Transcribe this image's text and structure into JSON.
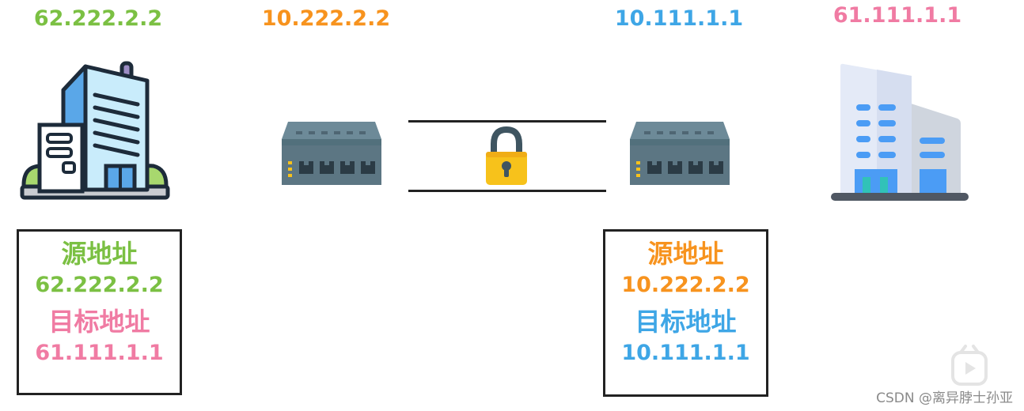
{
  "colors": {
    "green": "#7bc043",
    "orange": "#f7931e",
    "blue": "#3ea6e6",
    "pink": "#f07ba3"
  },
  "labels": {
    "left_ip": "62.222.2.2",
    "router_left_ip": "10.222.2.2",
    "router_right_ip": "10.111.1.1",
    "right_ip": "61.111.1.1"
  },
  "packet_left": {
    "src_label": "源地址",
    "src_ip": "62.222.2.2",
    "dst_label": "目标地址",
    "dst_ip": "61.111.1.1"
  },
  "packet_right": {
    "src_label": "源地址",
    "src_ip": "10.222.2.2",
    "dst_label": "目标地址",
    "dst_ip": "10.111.1.1"
  },
  "icons": {
    "left_site": "office-building-icon",
    "left_router": "network-switch-icon",
    "tunnel": "padlock-icon",
    "right_router": "network-switch-icon",
    "right_site": "office-building-icon",
    "watermark_logo": "play-button-icon"
  },
  "watermark": "CSDN @离异脖士孙亚"
}
